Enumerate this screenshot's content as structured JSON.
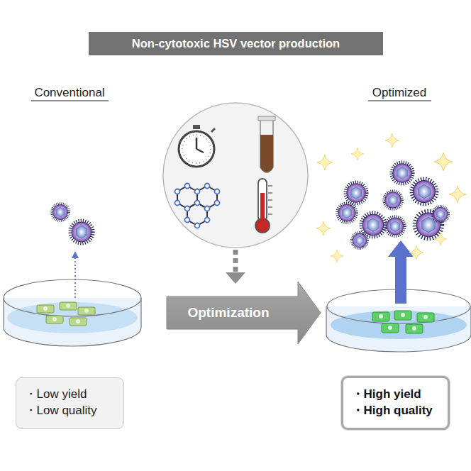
{
  "diagram": {
    "title": "Non-cytotoxic HSV vector production",
    "nodes": [
      {
        "text": [
          "Optimization"
        ]
      },
      {
        "text": [
          "・Low yield",
          "・Low quality"
        ]
      },
      {
        "text": [
          "・High yield",
          "・High quality"
        ]
      }
    ],
    "labels": [
      "Conventional",
      "Optimized"
    ]
  }
}
